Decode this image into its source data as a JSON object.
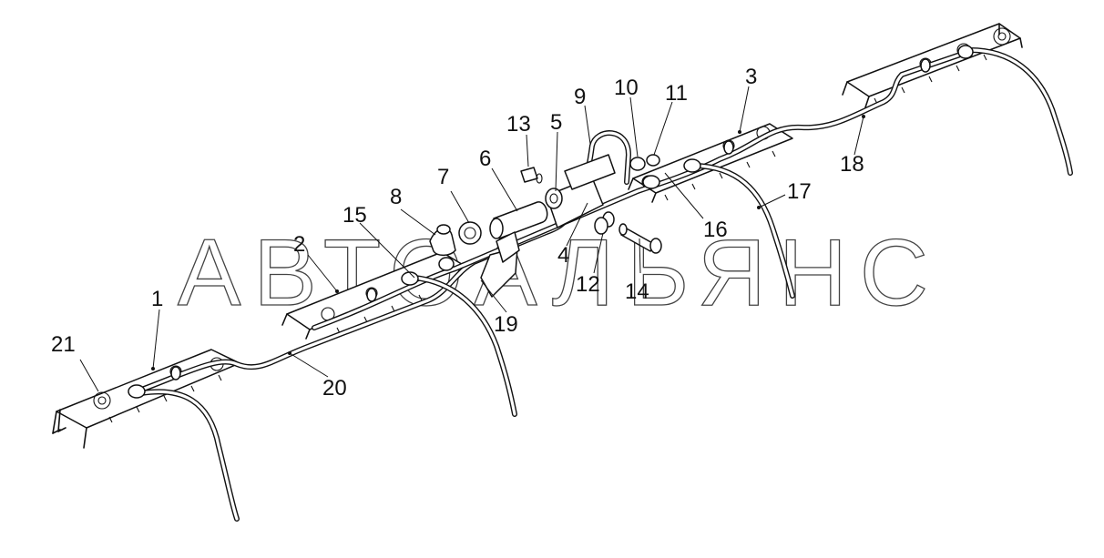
{
  "watermark": "АВТОАЛЬЯНС",
  "parts": {
    "p1": "1",
    "p2": "2",
    "p3": "3",
    "p4": "4",
    "p5": "5",
    "p6": "6",
    "p7": "7",
    "p8": "8",
    "p9": "9",
    "p10": "10",
    "p11": "11",
    "p12": "12",
    "p13": "13",
    "p14": "14",
    "p15": "15",
    "p16": "16",
    "p17": "17",
    "p18": "18",
    "p19": "19",
    "p20": "20",
    "p21": "21"
  }
}
